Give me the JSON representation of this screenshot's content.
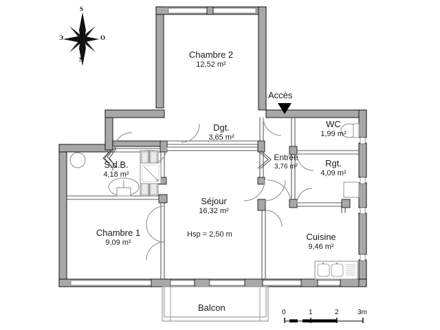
{
  "document": {
    "type": "floor-plan",
    "title": "Plan d'appartement"
  },
  "compass": {
    "name": "rose-des-vents",
    "north": "N",
    "south": "S",
    "east": "Э",
    "west": "O"
  },
  "rooms": [
    {
      "id": "chambre2",
      "name": "Chambre 2",
      "area": "12,52 m²"
    },
    {
      "id": "dgt",
      "name": "Dgt.",
      "area": "3,65 m²"
    },
    {
      "id": "wc",
      "name": "WC",
      "area": "1,99 m²"
    },
    {
      "id": "entree",
      "name": "Entrée",
      "area": "3,76 m²"
    },
    {
      "id": "rgt",
      "name": "Rgt.",
      "area": "4,09 m²"
    },
    {
      "id": "sdb",
      "name": "S.d.B.",
      "area": "4,18 m²"
    },
    {
      "id": "sejour",
      "name": "Séjour",
      "area": "16,32 m²"
    },
    {
      "id": "chambre1",
      "name": "Chambre 1",
      "area": "9,09 m²"
    },
    {
      "id": "cuisine",
      "name": "Cuisine",
      "area": "9,46 m²"
    },
    {
      "id": "balcon",
      "name": "Balcon",
      "area": ""
    }
  ],
  "annotations": {
    "acces": "Accès",
    "hauteur_sous_plafond": "Hsp = 2,50 m"
  },
  "scalebar": {
    "ticks": [
      "0",
      "1",
      "2",
      "3m"
    ],
    "unit": "m"
  },
  "colors": {
    "wall_fill": "#a8a8a8",
    "wall_stroke": "#000000",
    "thin_wall": "#585858",
    "fixture_stroke": "#777777",
    "door_arc": "#999999",
    "text": "#1a1a1a"
  }
}
